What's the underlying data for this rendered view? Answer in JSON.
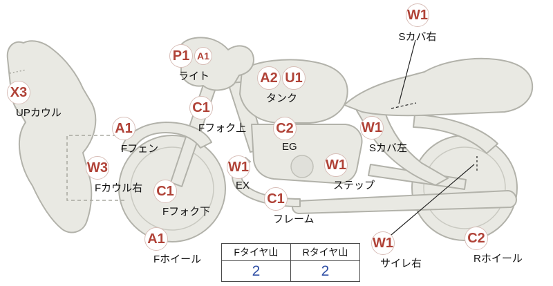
{
  "diagram": {
    "markers": [
      {
        "code": "W1",
        "label": "Sカバ右"
      },
      {
        "code": "P1",
        "code2": "A1",
        "label": "ライト"
      },
      {
        "code": "X3",
        "label": "UPカウル"
      },
      {
        "code": "A2",
        "code2": "U1",
        "label": "タンク"
      },
      {
        "code": "C1",
        "label": "Fフォク上"
      },
      {
        "code": "A1",
        "label": "Fフェン"
      },
      {
        "code": "C2",
        "label": "EG"
      },
      {
        "code": "W1",
        "label": "Sカバ左"
      },
      {
        "code": "W3",
        "label": "Fカウル右"
      },
      {
        "code": "W1",
        "label": "EX"
      },
      {
        "code": "W1",
        "label": "ステップ"
      },
      {
        "code": "C1",
        "label": "Fフォク下"
      },
      {
        "code": "C1",
        "label": "フレーム"
      },
      {
        "code": "A1",
        "label": "Fホイール"
      },
      {
        "code": "W1",
        "label": "サイレ右"
      },
      {
        "code": "C2",
        "label": "Rホイール"
      }
    ]
  },
  "tire_table": {
    "headers": [
      "Fタイヤ山",
      "Rタイヤ山"
    ],
    "values": [
      "2",
      "2"
    ]
  },
  "colors": {
    "badge_text": "#b04237",
    "badge_border": "#d8beb8",
    "bike_fill": "#e9e9e3",
    "bike_stroke": "#b2b2aa",
    "tread_value": "#2f4fa5",
    "label_text": "#111111"
  }
}
